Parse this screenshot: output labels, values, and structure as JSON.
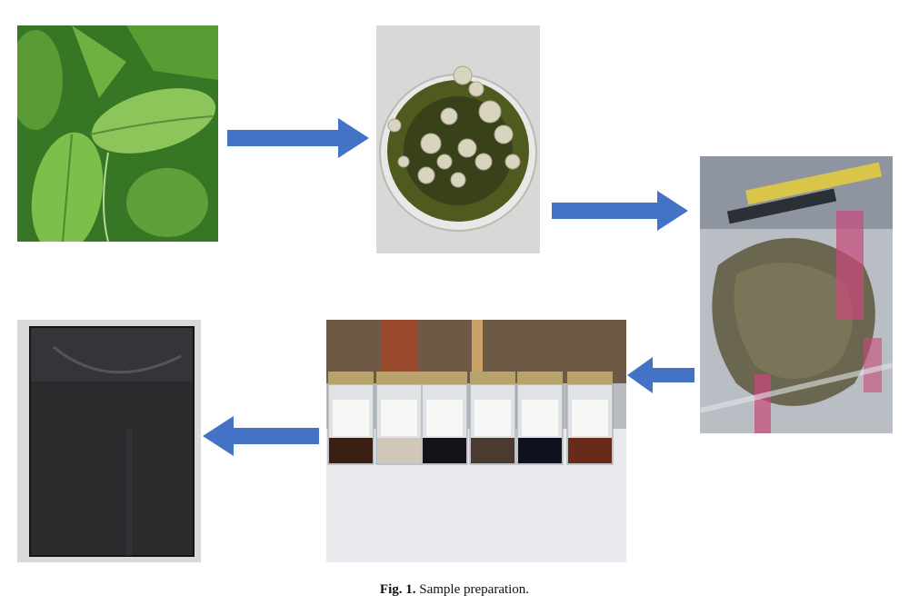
{
  "figure": {
    "caption_label": "Fig. 1.",
    "caption_text": "Sample preparation."
  },
  "panels": [
    {
      "id": "leaves",
      "subject": "green leaves"
    },
    {
      "id": "extract",
      "subject": "green extract in petri dish"
    },
    {
      "id": "powder",
      "subject": "dried powder in plastic bag"
    },
    {
      "id": "jars",
      "subject": "six labelled glass jars with solutions"
    },
    {
      "id": "coated-plate",
      "subject": "dark coated metal plate"
    }
  ],
  "colors": {
    "arrow": "#4472c4",
    "caption": "#111111"
  }
}
